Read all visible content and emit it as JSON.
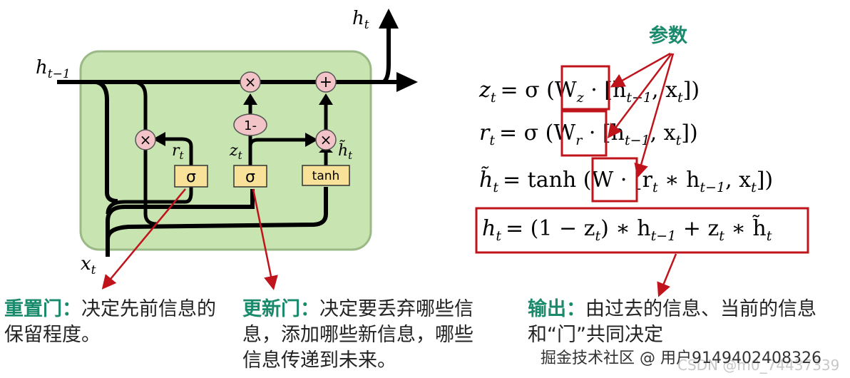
{
  "diagram": {
    "labels": {
      "h_out": "h",
      "h_out_sub": "t",
      "h_prev": "h",
      "h_prev_sub": "t−1",
      "x_in": "x",
      "x_in_sub": "t",
      "r_label": "r",
      "r_sub": "t",
      "z_label": "z",
      "z_sub": "t",
      "htilde_label": "h̃",
      "htilde_sub": "t",
      "mult1": "×",
      "mult2": "×",
      "mult3": "×",
      "plus": "+",
      "one_minus": "1-",
      "sigma1": "σ",
      "sigma2": "σ",
      "tanh_box": "tanh"
    },
    "colors": {
      "cell_fill": "#c8e4b0",
      "cell_stroke": "#9ab987",
      "op_fill": "#f2c3c7",
      "box_fill": "#f8e29a",
      "arrow_red": "#c0141d"
    }
  },
  "equations": {
    "eq1": {
      "lhs": "z",
      "lhs_sub": "t",
      "rhs": "= σ (W",
      "w_sub": "z",
      "rest": " · [h",
      "rest_sub": "t−1",
      "tail": ", x",
      "tail_sub": "t",
      "end": "])"
    },
    "eq2": {
      "lhs": "r",
      "lhs_sub": "t",
      "rhs": "= σ (W",
      "w_sub": "r",
      "rest": " · [h",
      "rest_sub": "t−1",
      "tail": ", x",
      "tail_sub": "t",
      "end": "])"
    },
    "eq3": {
      "lhs": "h̃",
      "lhs_sub": "t",
      "rhs": "= tanh (W",
      "rest": " · [r",
      "rest_sub": "t",
      "mid": " ∗ h",
      "mid_sub": "t−1",
      "tail": ", x",
      "tail_sub": "t",
      "end": "])"
    },
    "eq4": {
      "lhs": "h",
      "lhs_sub": "t",
      "rhs": "= (1 − z",
      "rhs_sub": "t",
      "mid": ") ∗ h",
      "mid_sub": "t−1",
      "tail": " + z",
      "tail_sub": "t",
      "tail2": " ∗ h̃",
      "tail2_sub": "t"
    }
  },
  "params_label": "参数",
  "annotations": {
    "reset": {
      "key": "重置门：",
      "text": "决定先前信息的保留程度。"
    },
    "update": {
      "key": "更新门：",
      "text": "决定要丢弃哪些信息，添加哪些新信息，哪些信息传递到未来。"
    },
    "output": {
      "key": "输出：",
      "text": "由过去的信息、当前的信息和“门”共同决定"
    }
  },
  "watermark": "掘金技术社区 @ 用户9149402408326",
  "watermark2": "CSDN @m0_74437339"
}
